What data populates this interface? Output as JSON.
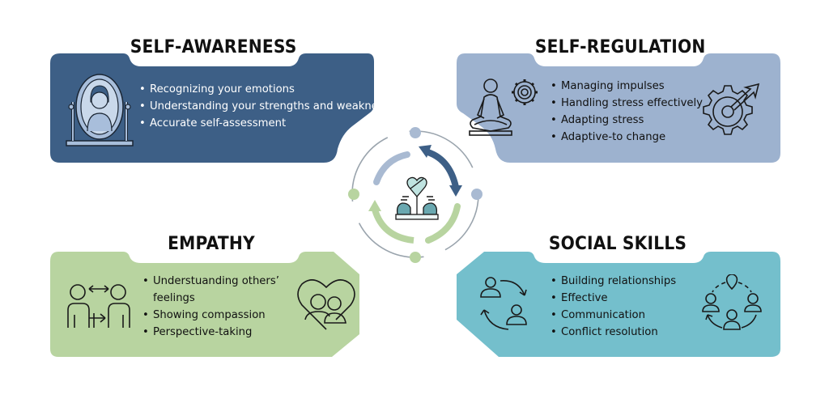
{
  "colors": {
    "self_awareness": "#3d5f86",
    "self_regulation": "#9db2cf",
    "empathy": "#b8d4a0",
    "social_skills": "#74bfcc",
    "dark_text": "#111111",
    "light_text": "#ffffff"
  },
  "quadrants": {
    "self_awareness": {
      "title": "SELF-AWARENESS",
      "items": [
        "Recognizing your emotions",
        "Understanding your strengths and weakneses",
        "Accurate self-assessment"
      ],
      "icons": [
        "mirror-person-icon"
      ]
    },
    "self_regulation": {
      "title": "SELF-REGULATION",
      "items": [
        "Managing impulses",
        "Handling stress effectively",
        "Adapting stress",
        "Adaptive-to change"
      ],
      "icons": [
        "meditation-gear-icon",
        "gear-target-icon"
      ]
    },
    "empathy": {
      "title": "EMPATHY",
      "items": [
        "Understuanding others’",
        "feelings",
        "Showing compassion",
        "Perspective-taking"
      ],
      "icons": [
        "people-exchange-icon",
        "heart-people-icon"
      ]
    },
    "social_skills": {
      "title": "SOCIAL SKILLS",
      "items": [
        "Building relationships",
        "Effective",
        "Communication",
        "Conflict resolution"
      ],
      "icons": [
        "people-cycle-icon",
        "network-people-icon"
      ]
    }
  },
  "center": {
    "icon": "heart-plant-hands-icon"
  }
}
